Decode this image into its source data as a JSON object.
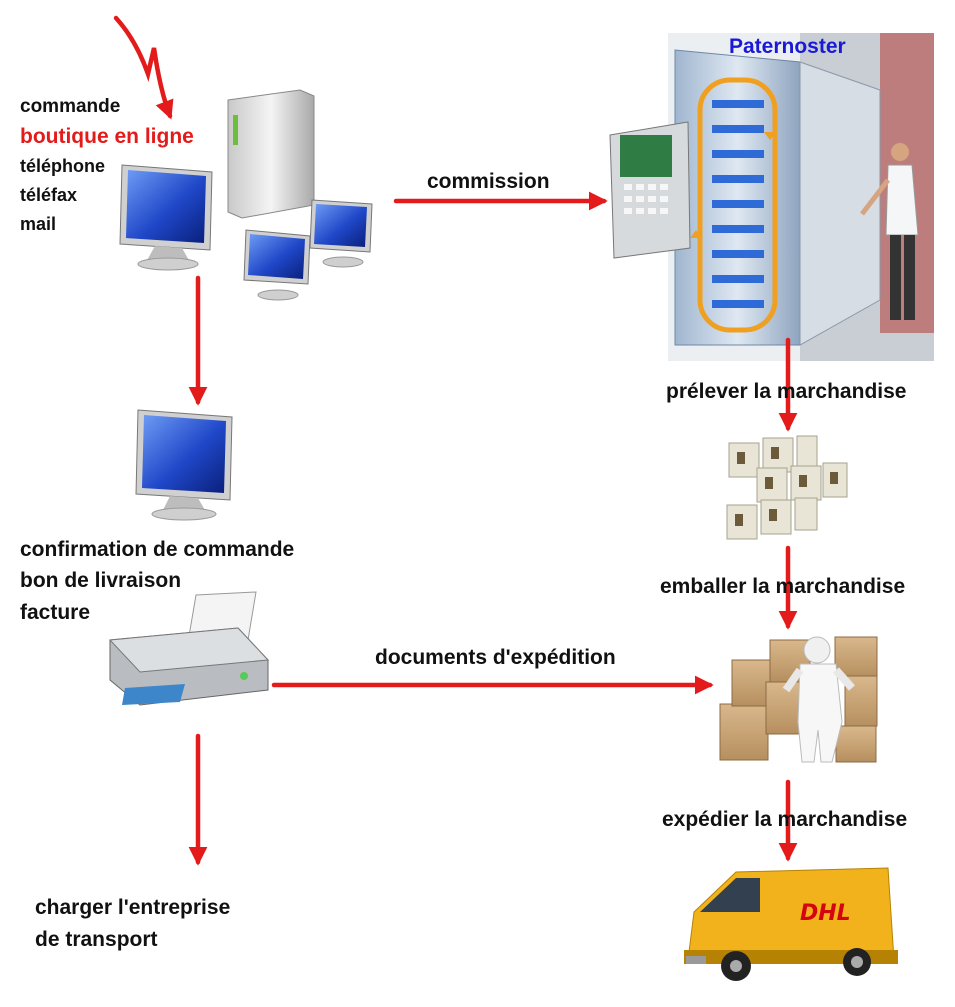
{
  "order_block": {
    "line1": "commande",
    "line2": "boutique en ligne",
    "line3": "téléphone",
    "line4": "téléfax",
    "line5": "mail"
  },
  "commission_label": "commission",
  "paternoster_label": "Paternoster",
  "step_pick": "prélever la marchandise",
  "step_pack": "emballer la marchandise",
  "step_ship": "expédier la marchandise",
  "docs_block": {
    "line1": "confirmation de commande",
    "line2": "bon de livraison",
    "line3": "facture"
  },
  "shipping_docs_label": "documents d'expédition",
  "carrier_block": {
    "line1": "charger l'entreprise",
    "line2": "de transport"
  },
  "van_logo": "DHL",
  "colors": {
    "arrow": "#e41b1b",
    "accent_blue": "#1a1ad6",
    "screen": "#1f47c8",
    "van": "#f2b21b"
  }
}
